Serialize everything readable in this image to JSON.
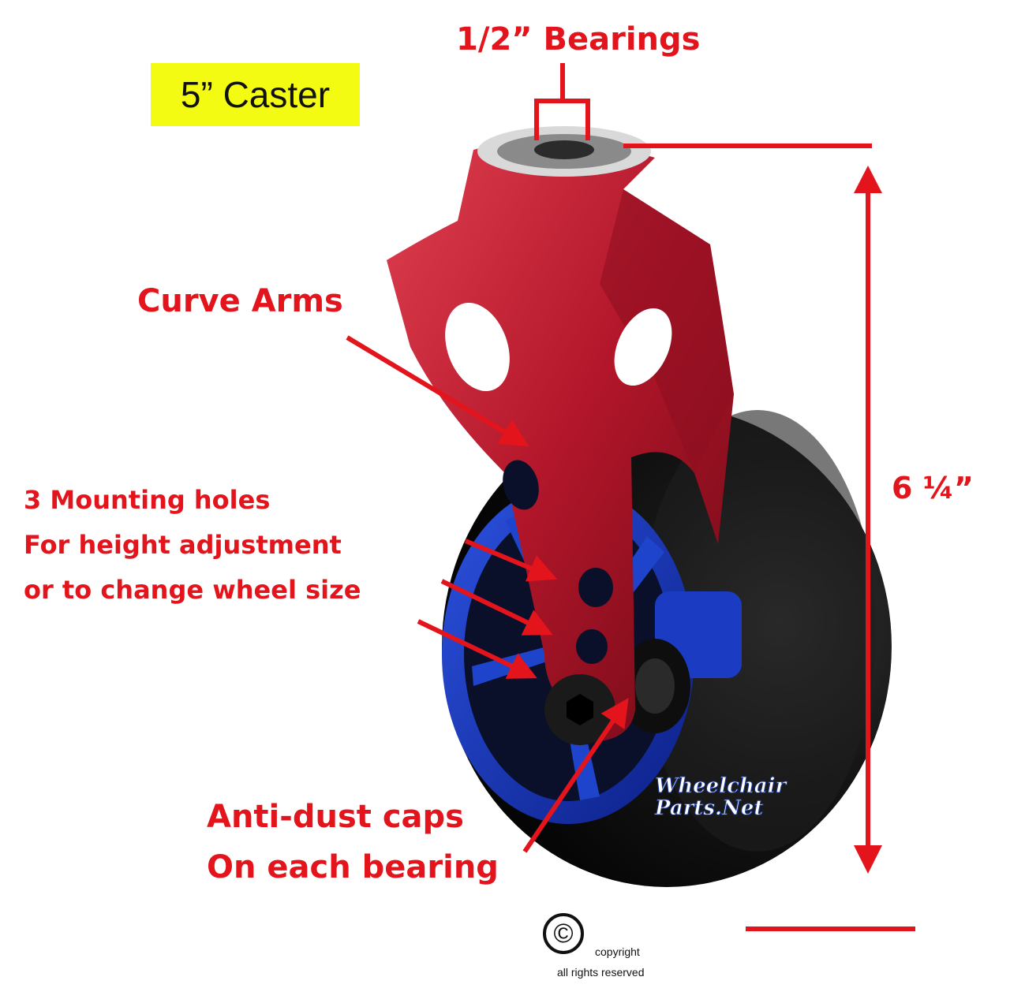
{
  "title": "5” Caster",
  "labels": {
    "bearings": "1/2” Bearings",
    "curve_arms": "Curve Arms",
    "mounting_line1": "3 Mounting holes",
    "mounting_line2": "For height adjustment",
    "mounting_line3": "or to change wheel size",
    "dustcaps_line1": "Anti-dust caps",
    "dustcaps_line2": "On each bearing",
    "height": "6 ¼”"
  },
  "copyright": {
    "symbol": "©",
    "label": "copyright",
    "rights": "all rights reserved"
  },
  "logo": {
    "line1": "Wheelchair",
    "line2": "Parts.Net"
  },
  "colors": {
    "annotation": "#e3141c",
    "title_highlight": "#f3fb12",
    "fork": "#b8182c",
    "rim": "#1533b8",
    "tire": "#121212"
  }
}
